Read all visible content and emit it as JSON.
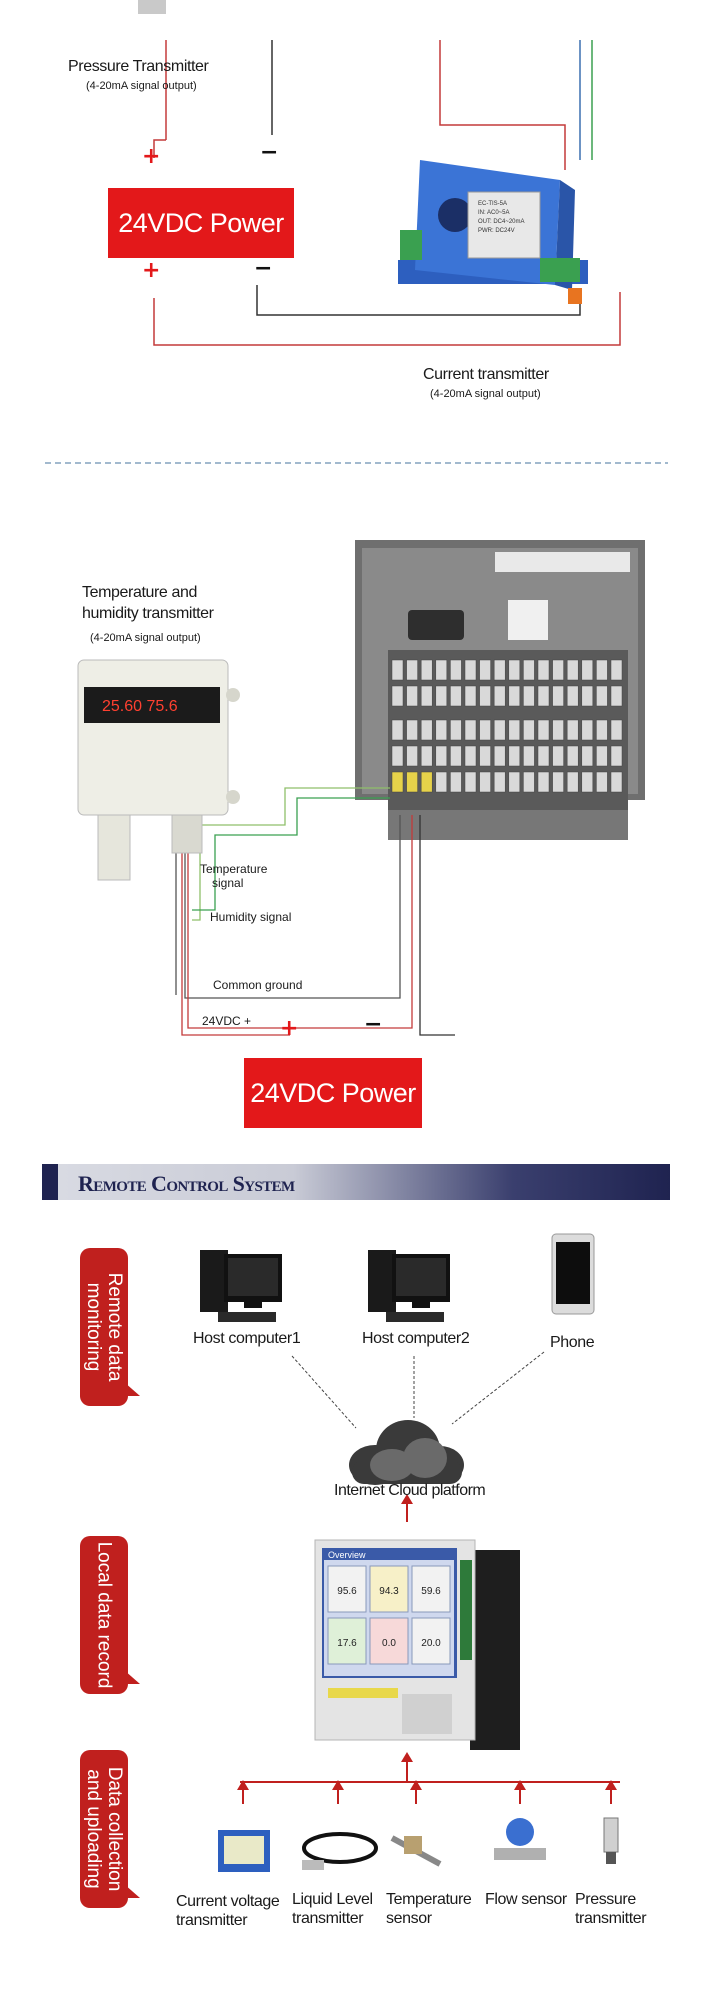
{
  "section1": {
    "pressure_title": "Pressure Transmitter",
    "pressure_sub": "(4-20mA signal output)",
    "power_label": "24VDC Power",
    "plus_sign": "+",
    "minus_sign": "−",
    "current_title": "Current transmitter",
    "current_sub": "(4-20mA signal output)",
    "device_text": "EC-TIS-5A\nIN: AC0~5A\nOUT: DC4~20mA\nPWR: DC24V",
    "colors": {
      "red_wire": "#c43a3a",
      "blue_wire": "#3a6fb0",
      "green_wire": "#3aa050",
      "dark_wire": "#333333"
    }
  },
  "section2": {
    "th_title_1": "Temperature and",
    "th_title_2": "humidity transmitter",
    "th_sub": "(4-20mA signal output)",
    "display_values": "25.60  75.6",
    "temp_signal_1": "Temperature",
    "temp_signal_2": "signal",
    "humidity_signal": "Humidity signal",
    "common_ground": "Common ground",
    "vdc_plus": "24VDC +",
    "power_label": "24VDC Power",
    "plus_sign": "+",
    "minus_sign": "−"
  },
  "section3": {
    "banner": "Remote Control System",
    "ribbon_1": [
      "Remote data",
      "monitoring"
    ],
    "ribbon_2": [
      "Local data record"
    ],
    "ribbon_3": [
      "Data collection",
      "and uploading"
    ],
    "host1": "Host computer1",
    "host2": "Host computer2",
    "phone": "Phone",
    "cloud": "Internet Cloud platform",
    "screen_title": "Overview",
    "screen_values": [
      "95.6",
      "94.3",
      "59.6",
      "17.6",
      "0.0",
      "20.0"
    ],
    "devices": [
      [
        "Current voltage",
        "transmitter"
      ],
      [
        "Liquid Level",
        "transmitter"
      ],
      [
        "Temperature",
        "sensor"
      ],
      [
        "Flow sensor"
      ],
      [
        "Pressure",
        "transmitter"
      ]
    ],
    "colors": {
      "ribbon": "#c0201e",
      "banner_dark": "#1f2350",
      "arrow": "#c0201e"
    }
  }
}
